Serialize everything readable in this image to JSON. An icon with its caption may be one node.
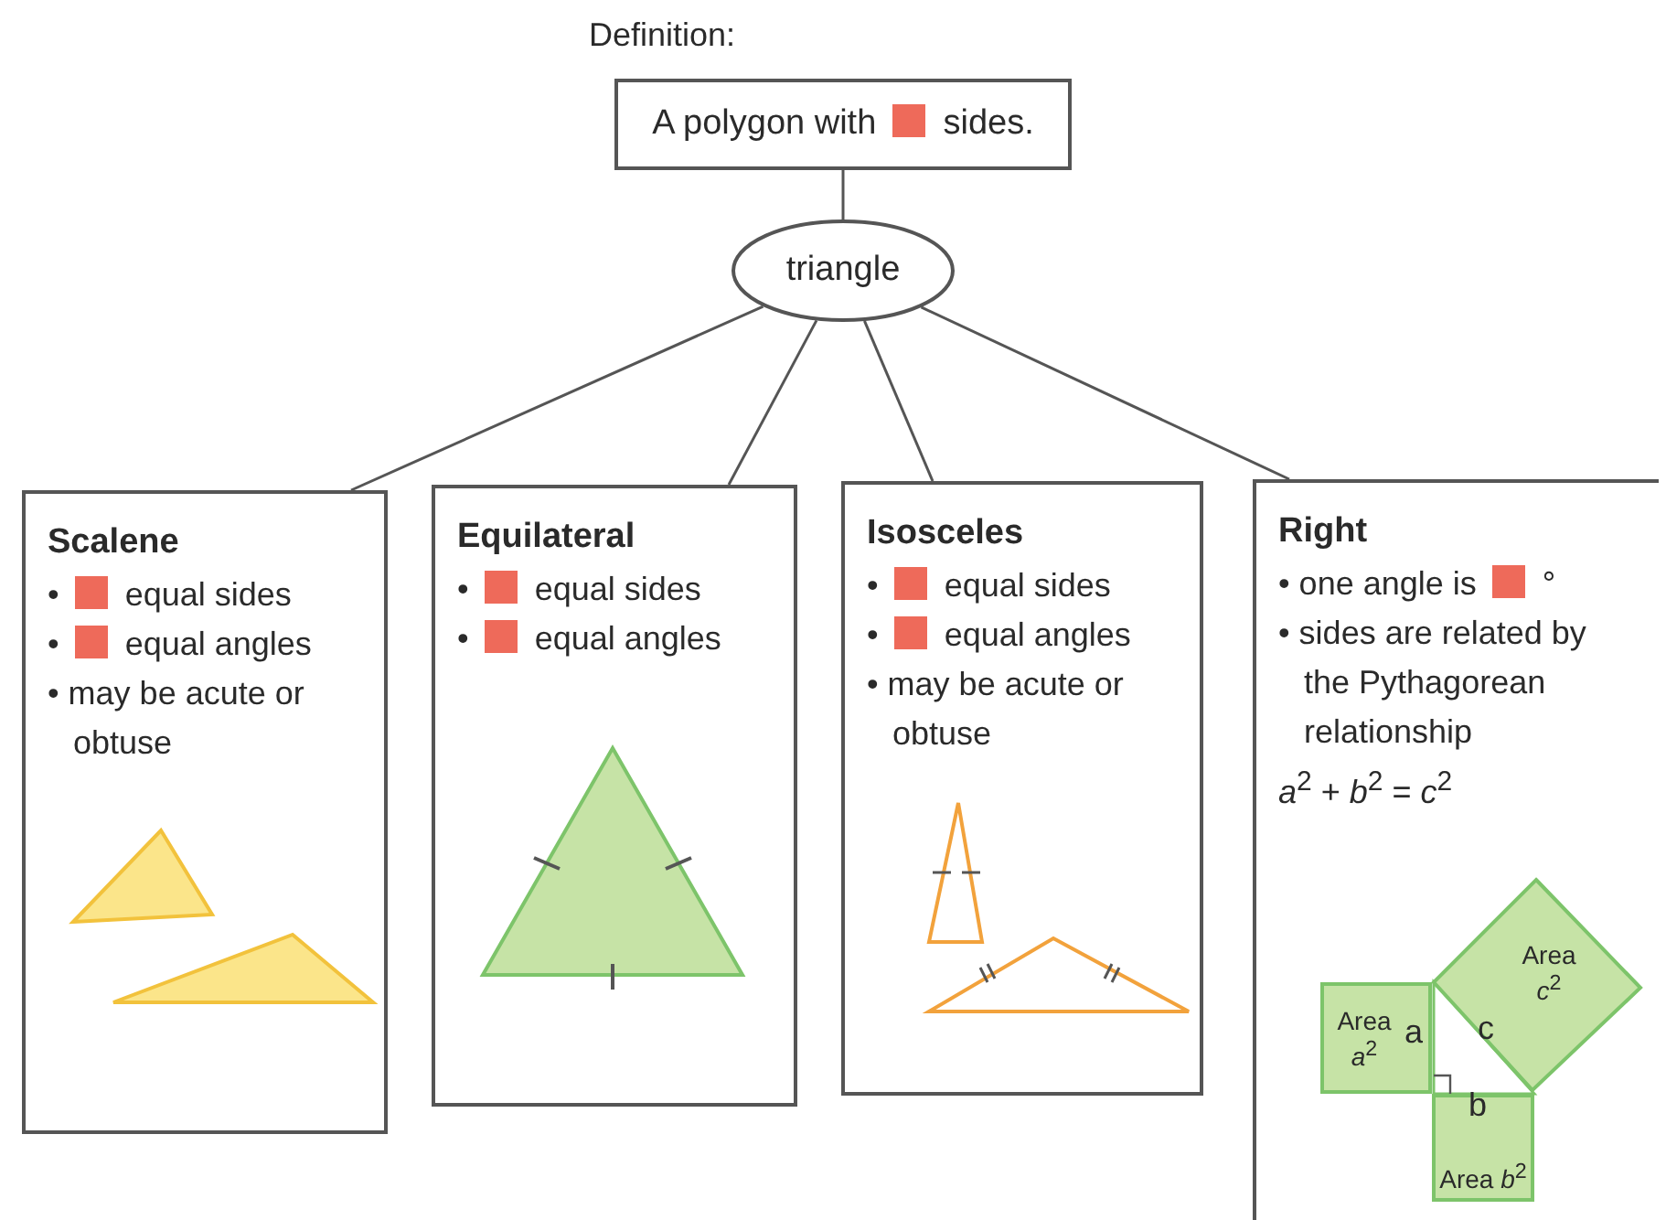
{
  "diagram": {
    "nodes": [
      {
        "text": [
          "Definition:",
          "A polygon with sides."
        ]
      },
      {
        "text": [
          "triangle"
        ]
      },
      {
        "text": [
          "Scalene",
          "• equal sides",
          "• equal angles",
          "• may be acute or obtuse"
        ]
      },
      {
        "text": [
          "Equilateral",
          "• equal sides",
          "• equal angles"
        ]
      },
      {
        "text": [
          "Isosceles",
          "• equal sides",
          "• equal angles",
          "• may be acute or obtuse"
        ]
      },
      {
        "text": [
          "Right",
          "• one angle is °",
          "• sides are related by the Pythagorean relationship",
          "*a*$^{2}$ + *b*$^{2}$ = *c*$^{2}$"
        ]
      },
      {
        "text": [
          "Area *a*$^{2}$"
        ],
        "in": 5
      },
      {
        "text": [
          "Area *c*$^{2}$"
        ],
        "in": 5
      },
      {
        "text": [
          "Area *b*$^{2}$"
        ],
        "in": 5
      }
    ],
    "edges": [
      {
        "from": 0,
        "to": 1,
        "arrow": "none"
      },
      {
        "from": 1,
        "to": 2,
        "arrow": "none"
      },
      {
        "from": 1,
        "to": 3,
        "arrow": "none"
      },
      {
        "from": 1,
        "to": 4,
        "arrow": "none"
      },
      {
        "from": 1,
        "to": 5,
        "arrow": "none"
      }
    ],
    "labels": [
      "a",
      "c",
      "b"
    ]
  }
}
